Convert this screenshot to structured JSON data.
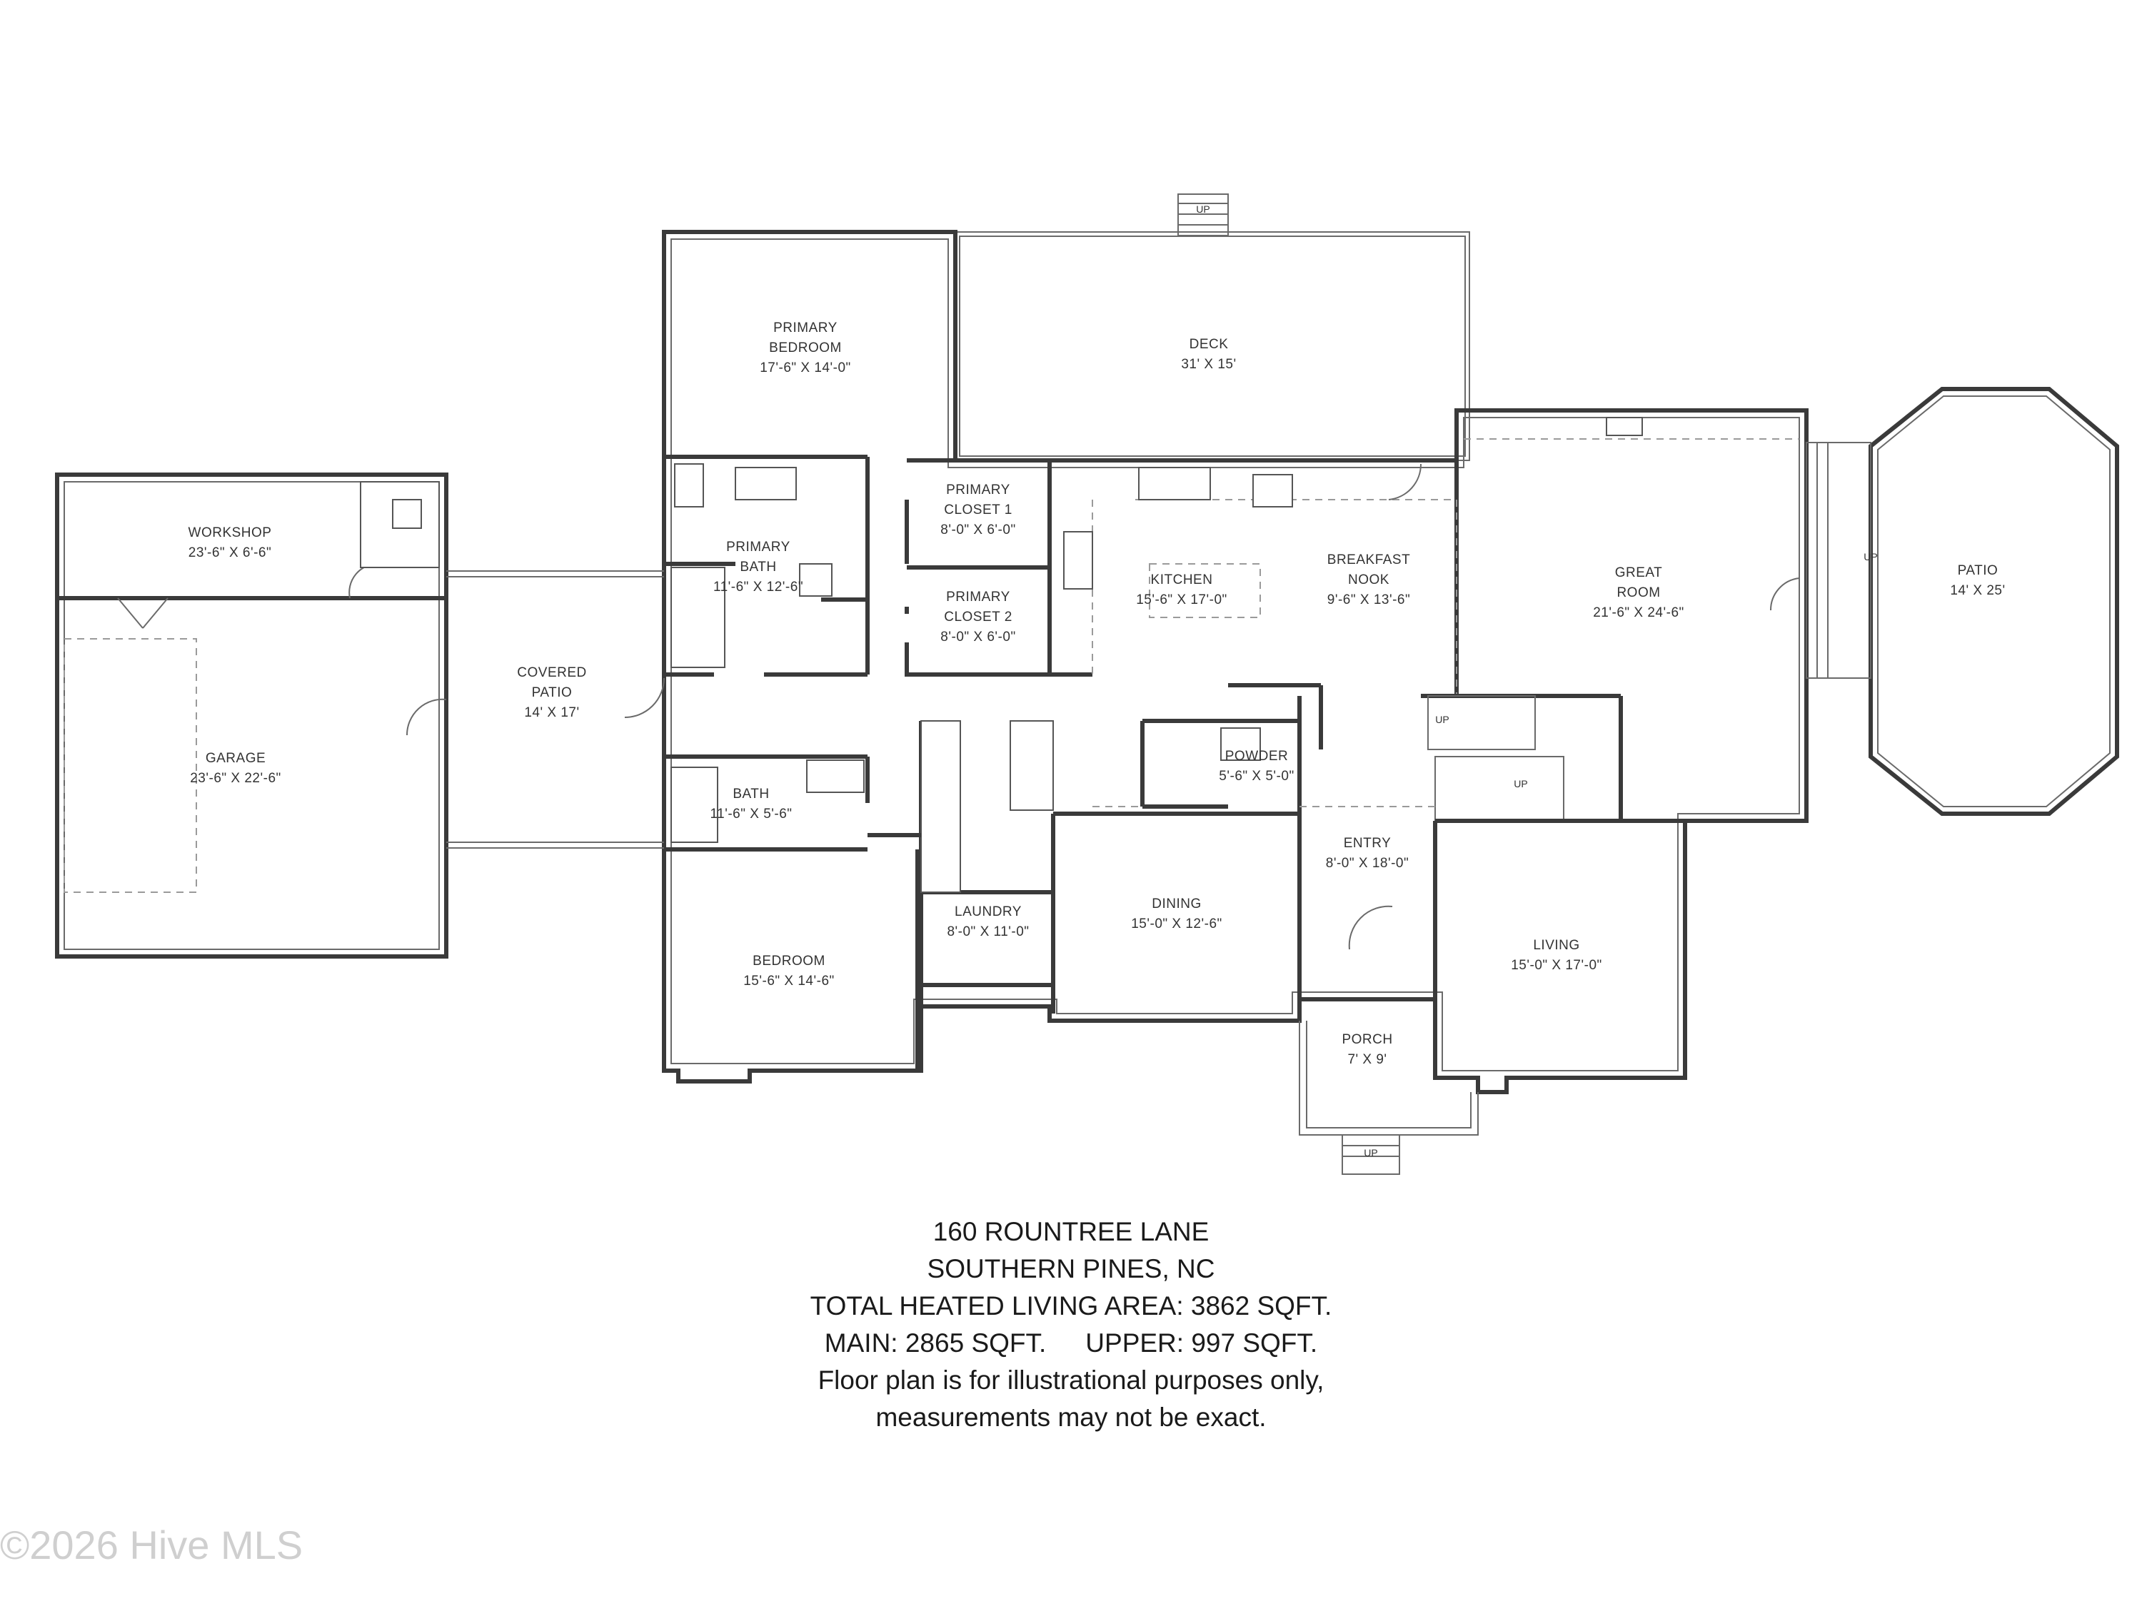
{
  "rooms": {
    "primary_bedroom": {
      "name": [
        "PRIMARY",
        "BEDROOM"
      ],
      "dims": "17'-6\" X 14'-0\""
    },
    "deck": {
      "name": [
        "DECK"
      ],
      "dims": "31' X 15'"
    },
    "workshop": {
      "name": [
        "WORKSHOP"
      ],
      "dims": "23'-6\" X 6'-6\""
    },
    "primary_closet_1": {
      "name": [
        "PRIMARY",
        "CLOSET 1"
      ],
      "dims": "8'-0\" X 6'-0\""
    },
    "primary_closet_2": {
      "name": [
        "PRIMARY",
        "CLOSET 2"
      ],
      "dims": "8'-0\" X 6'-0\""
    },
    "primary_bath": {
      "name": [
        "PRIMARY",
        "BATH"
      ],
      "dims": "11'-6\" X 12'-6\""
    },
    "kitchen": {
      "name": [
        "KITCHEN"
      ],
      "dims": "15'-6\" X 17'-0\""
    },
    "breakfast_nook": {
      "name": [
        "BREAKFAST",
        "NOOK"
      ],
      "dims": "9'-6\" X 13'-6\""
    },
    "great_room": {
      "name": [
        "GREAT",
        "ROOM"
      ],
      "dims": "21'-6\" X 24'-6\""
    },
    "patio_right": {
      "name": [
        "PATIO"
      ],
      "dims": "14' X 25'"
    },
    "covered_patio": {
      "name": [
        "COVERED",
        "PATIO"
      ],
      "dims": "14' X 17'"
    },
    "garage": {
      "name": [
        "GARAGE"
      ],
      "dims": "23'-6\" X 22'-6\""
    },
    "bath": {
      "name": [
        "BATH"
      ],
      "dims": "11'-6\" X 5'-6\""
    },
    "powder": {
      "name": [
        "POWDER"
      ],
      "dims": "5'-6\" X 5'-0\""
    },
    "entry": {
      "name": [
        "ENTRY"
      ],
      "dims": "8'-0\" X 18'-0\""
    },
    "dining": {
      "name": [
        "DINING"
      ],
      "dims": "15'-0\" X 12'-6\""
    },
    "laundry": {
      "name": [
        "LAUNDRY"
      ],
      "dims": "8'-0\" X 11'-0\""
    },
    "bedroom": {
      "name": [
        "BEDROOM"
      ],
      "dims": "15'-6\" X 14'-6\""
    },
    "living": {
      "name": [
        "LIVING"
      ],
      "dims": "15'-0\" X 17'-0\""
    },
    "porch": {
      "name": [
        "PORCH"
      ],
      "dims": "7' X 9'"
    }
  },
  "stair_label": "UP",
  "caption": {
    "address": "160 ROUNTREE LANE",
    "city": "SOUTHERN PINES, NC",
    "total": "TOTAL HEATED LIVING AREA: 3862 SQFT.",
    "main": "MAIN: 2865 SQFT.",
    "upper": "UPPER: 997 SQFT.",
    "note_1": "Floor plan is for illustrational purposes only,",
    "note_2": "measurements may not be exact."
  },
  "watermark": "©2026 Hive MLS"
}
